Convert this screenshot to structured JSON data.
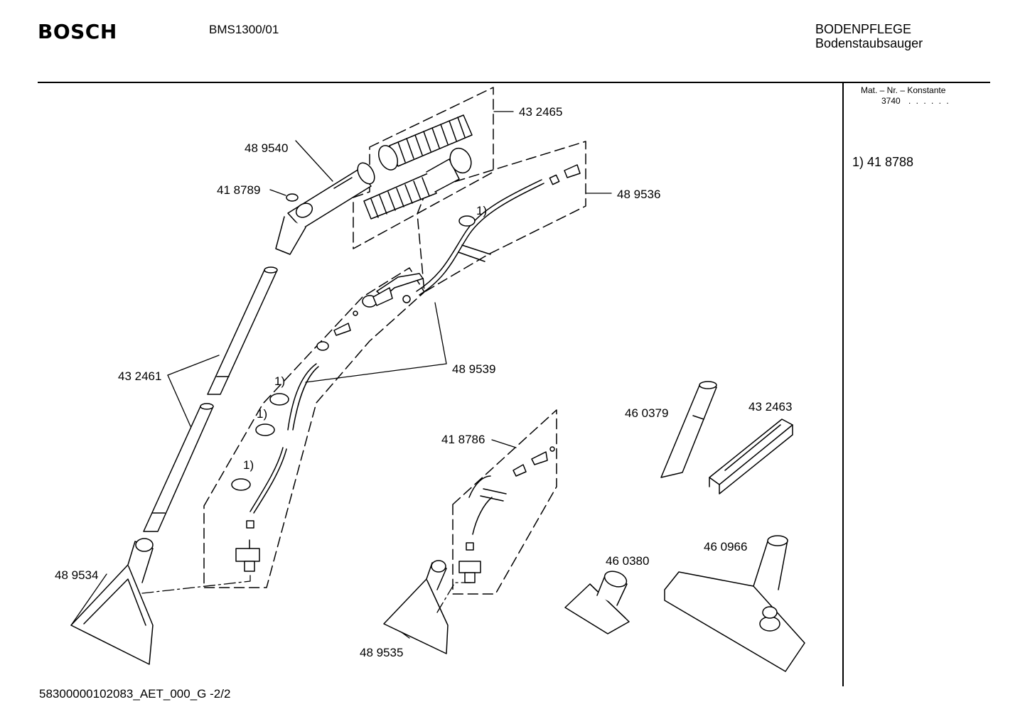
{
  "header": {
    "brand": "BOSCH",
    "model": "BMS1300/01",
    "category": "BODENPFLEGE",
    "subcategory": "Bodenstaubsauger"
  },
  "sidebar": {
    "konstante_label": "Mat. – Nr. – Konstante",
    "konstante_value": "3740",
    "konstante_dots": ". . . . . .",
    "note": "1) 41 8788"
  },
  "parts": {
    "p432465": "43 2465",
    "p489540": "48 9540",
    "p418789": "41 8789",
    "p489536": "48 9536",
    "p432461": "43 2461",
    "p489539": "48 9539",
    "p418786": "41 8786",
    "p460379": "46 0379",
    "p432463": "43 2463",
    "p489534": "48 9534",
    "p460380": "46 0380",
    "p460966": "46 0966",
    "p489535": "48 9535"
  },
  "note_marker": "1)",
  "footer": {
    "code": "58300000102083_AET_000_G  -2/2"
  }
}
